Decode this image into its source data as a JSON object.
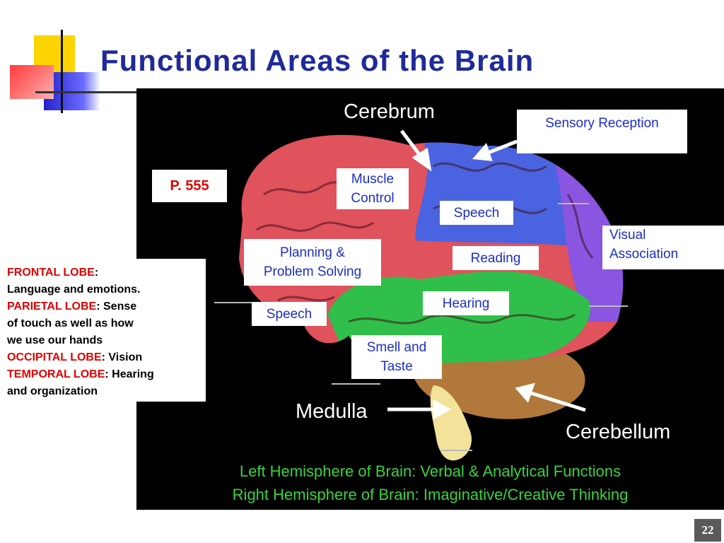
{
  "slide": {
    "title": "Functional Areas of the Brain",
    "page_number": "22"
  },
  "page_ref": "P. 555",
  "structures": {
    "cerebrum": "Cerebrum",
    "medulla": "Medulla",
    "cerebellum": "Cerebellum"
  },
  "areas": {
    "sensory_reception": "Sensory Reception",
    "muscle_control_1": "Muscle",
    "muscle_control_2": "Control",
    "speech_parietal": "Speech",
    "visual_association_1": "Visual",
    "visual_association_2": "Association",
    "planning_1": "Planning &",
    "planning_2": "Problem Solving",
    "reading": "Reading",
    "hearing": "Hearing",
    "speech_frontal": "Speech",
    "smell_taste_1": "Smell and",
    "smell_taste_2": "Taste"
  },
  "lobes": {
    "frontal_name": "FRONTAL LOBE",
    "frontal_colon": ":",
    "frontal_desc": "Language and emotions.",
    "parietal_name": "PARIETAL LOBE",
    "parietal_desc_1": ": Sense",
    "parietal_desc_2": "of touch as well as how",
    "parietal_desc_3": "we use our hands",
    "occipital_name": "OCCIPITAL LOBE",
    "occipital_desc": ": Vision",
    "temporal_name": "TEMPORAL LOBE",
    "temporal_desc_1": ": Hearing",
    "temporal_desc_2": "and organization"
  },
  "hemispheres": {
    "left": "Left Hemisphere of Brain: Verbal & Analytical Functions",
    "right": "Right Hemisphere of Brain: Imaginative/Creative Thinking"
  },
  "colors": {
    "title": "#1f2a9a",
    "label_text": "#1c2ec8",
    "frontal_lobe": "#e0525c",
    "parietal_lobe": "#4a63e0",
    "occipital_lobe": "#8a55e0",
    "temporal_lobe": "#2fbf4a",
    "cerebellum": "#b0783a",
    "medulla": "#f2e29a",
    "hemisphere_text": "#39d33b",
    "lobe_name": "#e00000"
  }
}
